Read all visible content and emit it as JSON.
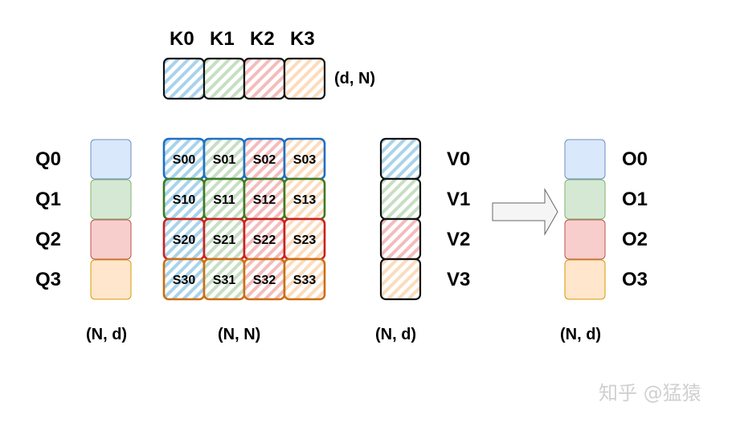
{
  "k_labels": [
    "K0",
    "K1",
    "K2",
    "K3"
  ],
  "k_shape": "(d, N)",
  "q_labels": [
    "Q0",
    "Q1",
    "Q2",
    "Q3"
  ],
  "q_shape": "(N, d)",
  "s_labels": [
    [
      "S00",
      "S01",
      "S02",
      "S03"
    ],
    [
      "S10",
      "S11",
      "S12",
      "S13"
    ],
    [
      "S20",
      "S21",
      "S22",
      "S23"
    ],
    [
      "S30",
      "S31",
      "S32",
      "S33"
    ]
  ],
  "s_shape": "(N, N)",
  "v_labels": [
    "V0",
    "V1",
    "V2",
    "V3"
  ],
  "v_shape": "(N, d)",
  "o_labels": [
    "O0",
    "O1",
    "O2",
    "O3"
  ],
  "o_shape": "(N, d)",
  "watermark": "知乎 @猛猿",
  "colors": {
    "blue_fill": "#dae8fc",
    "blue_stroke": "#6c8ebf",
    "blue_hatch": "#a9d3ea",
    "blue_border": "#1f6fc5",
    "green_fill": "#d5e8d4",
    "green_stroke": "#82b366",
    "green_hatch": "#bcd9b8",
    "green_border": "#3f7a1f",
    "red_fill": "#f8cecc",
    "red_stroke": "#b85450",
    "red_hatch": "#f2b3b3",
    "red_border": "#cc1f1f",
    "orange_fill": "#ffe6cc",
    "orange_stroke": "#d79b00",
    "orange_hatch": "#fad5b0",
    "orange_border": "#cc6e12"
  }
}
